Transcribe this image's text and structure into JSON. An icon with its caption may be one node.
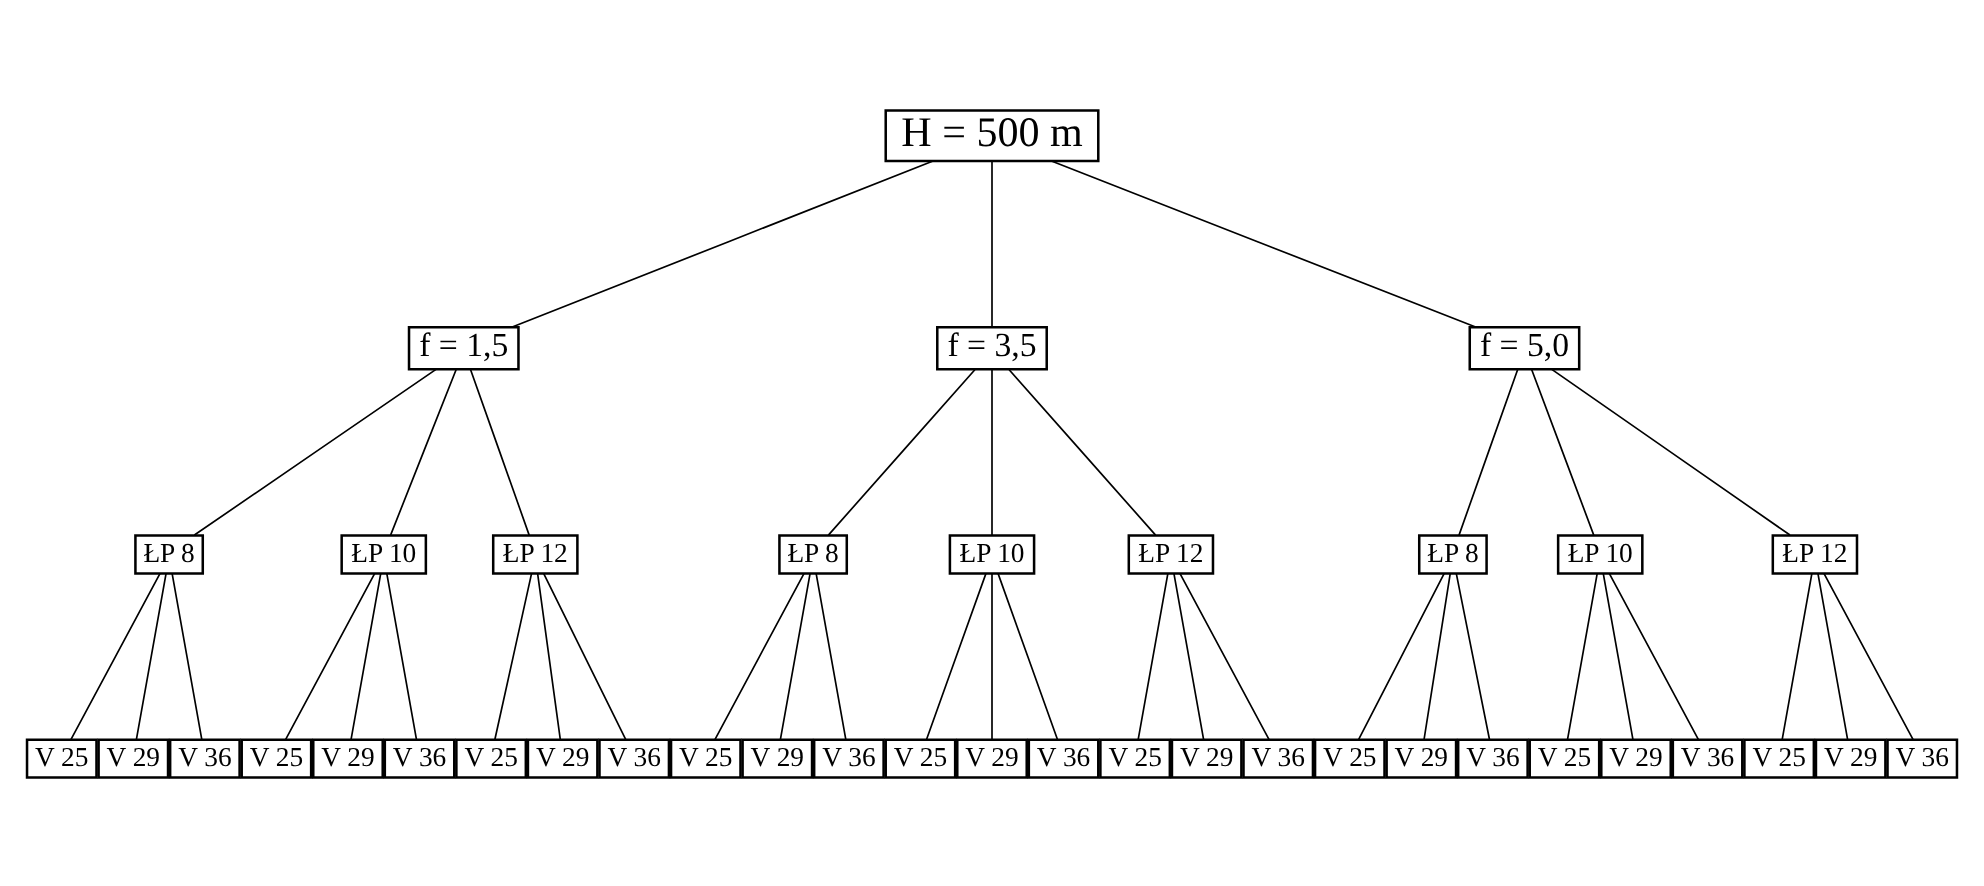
{
  "diagram": {
    "nodes": [
      {
        "text": [
          "H = 500 m"
        ]
      },
      {
        "text": [
          "f = 1,5"
        ]
      },
      {
        "text": [
          "f = 3,5"
        ]
      },
      {
        "text": [
          "f = 5,0"
        ]
      },
      {
        "text": [
          "ŁP 8"
        ]
      },
      {
        "text": [
          "ŁP 10"
        ]
      },
      {
        "text": [
          "ŁP 12"
        ]
      },
      {
        "text": [
          "ŁP 8"
        ]
      },
      {
        "text": [
          "ŁP 10"
        ]
      },
      {
        "text": [
          "ŁP 12"
        ]
      },
      {
        "text": [
          "ŁP 8"
        ]
      },
      {
        "text": [
          "ŁP 10"
        ]
      },
      {
        "text": [
          "ŁP 12"
        ]
      },
      {
        "text": [
          "V 25"
        ]
      },
      {
        "text": [
          "V 29"
        ]
      },
      {
        "text": [
          "V 36"
        ]
      },
      {
        "text": [
          "V 25"
        ]
      },
      {
        "text": [
          "V 29"
        ]
      },
      {
        "text": [
          "V 36"
        ]
      },
      {
        "text": [
          "V 25"
        ]
      },
      {
        "text": [
          "V 29"
        ]
      },
      {
        "text": [
          "V 36"
        ]
      },
      {
        "text": [
          "V 25"
        ]
      },
      {
        "text": [
          "V 29"
        ]
      },
      {
        "text": [
          "V 36"
        ]
      },
      {
        "text": [
          "V 25"
        ]
      },
      {
        "text": [
          "V 29"
        ]
      },
      {
        "text": [
          "V 36"
        ]
      },
      {
        "text": [
          "V 25"
        ]
      },
      {
        "text": [
          "V 29"
        ]
      },
      {
        "text": [
          "V 36"
        ]
      },
      {
        "text": [
          "V 25"
        ]
      },
      {
        "text": [
          "V 29"
        ]
      },
      {
        "text": [
          "V 36"
        ]
      },
      {
        "text": [
          "V 25"
        ]
      },
      {
        "text": [
          "V 29"
        ]
      },
      {
        "text": [
          "V 36"
        ]
      },
      {
        "text": [
          "V 25"
        ]
      },
      {
        "text": [
          "V 29"
        ]
      },
      {
        "text": [
          "V 36"
        ]
      }
    ],
    "edges": [
      {
        "from": 0,
        "to": 1,
        "arrow": "none"
      },
      {
        "from": 0,
        "to": 2,
        "arrow": "none"
      },
      {
        "from": 0,
        "to": 3,
        "arrow": "none"
      },
      {
        "from": 1,
        "to": 4,
        "arrow": "none"
      },
      {
        "from": 1,
        "to": 5,
        "arrow": "none"
      },
      {
        "from": 1,
        "to": 6,
        "arrow": "none"
      },
      {
        "from": 2,
        "to": 7,
        "arrow": "none"
      },
      {
        "from": 2,
        "to": 8,
        "arrow": "none"
      },
      {
        "from": 2,
        "to": 9,
        "arrow": "none"
      },
      {
        "from": 3,
        "to": 10,
        "arrow": "none"
      },
      {
        "from": 3,
        "to": 11,
        "arrow": "none"
      },
      {
        "from": 3,
        "to": 12,
        "arrow": "none"
      },
      {
        "from": 4,
        "to": 13,
        "arrow": "none"
      },
      {
        "from": 4,
        "to": 14,
        "arrow": "none"
      },
      {
        "from": 4,
        "to": 15,
        "arrow": "none"
      },
      {
        "from": 5,
        "to": 16,
        "arrow": "none"
      },
      {
        "from": 5,
        "to": 17,
        "arrow": "none"
      },
      {
        "from": 5,
        "to": 18,
        "arrow": "none"
      },
      {
        "from": 6,
        "to": 19,
        "arrow": "none"
      },
      {
        "from": 6,
        "to": 20,
        "arrow": "none"
      },
      {
        "from": 6,
        "to": 21,
        "arrow": "none"
      },
      {
        "from": 7,
        "to": 22,
        "arrow": "none"
      },
      {
        "from": 7,
        "to": 23,
        "arrow": "none"
      },
      {
        "from": 7,
        "to": 24,
        "arrow": "none"
      },
      {
        "from": 8,
        "to": 25,
        "arrow": "none"
      },
      {
        "from": 8,
        "to": 26,
        "arrow": "none"
      },
      {
        "from": 8,
        "to": 27,
        "arrow": "none"
      },
      {
        "from": 9,
        "to": 28,
        "arrow": "none"
      },
      {
        "from": 9,
        "to": 29,
        "arrow": "none"
      },
      {
        "from": 9,
        "to": 30,
        "arrow": "none"
      },
      {
        "from": 10,
        "to": 31,
        "arrow": "none"
      },
      {
        "from": 10,
        "to": 32,
        "arrow": "none"
      },
      {
        "from": 10,
        "to": 33,
        "arrow": "none"
      },
      {
        "from": 11,
        "to": 34,
        "arrow": "none"
      },
      {
        "from": 11,
        "to": 35,
        "arrow": "none"
      },
      {
        "from": 11,
        "to": 36,
        "arrow": "none"
      },
      {
        "from": 12,
        "to": 37,
        "arrow": "none"
      },
      {
        "from": 12,
        "to": 38,
        "arrow": "none"
      },
      {
        "from": 12,
        "to": 39,
        "arrow": "none"
      }
    ]
  }
}
